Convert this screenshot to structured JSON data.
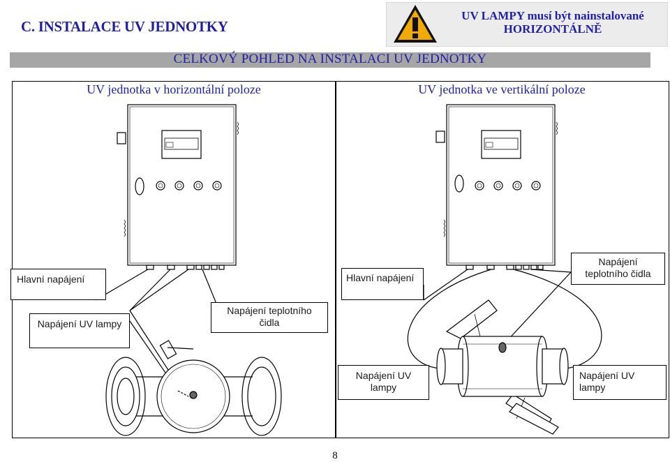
{
  "header": {
    "section_title": "C. INSTALACE UV JEDNOTKY",
    "warning_line1": "UV LAMPY musí být nainstalované",
    "warning_line2": "HORIZONTÁLNĚ",
    "warning_icon": "warning-triangle-icon",
    "warning_color": "#f2a900"
  },
  "banner": {
    "text": "CELKOVÝ POHLED NA INSTALACI UV JEDNOTKY"
  },
  "left_panel": {
    "caption": "UV jednotka v horizontální poloze",
    "labels": {
      "main_power": "Hlavní napájení",
      "uv_lamp_power": "Napájení UV lampy",
      "temp_sensor_power": "Napájení teplotního čidla"
    }
  },
  "right_panel": {
    "caption": "UV jednotka ve vertikální poloze",
    "labels": {
      "main_power": "Hlavní napájení",
      "temp_sensor_power": "Napájení teplotního čidla",
      "uv_lamp_power_1": "Napájení UV lampy",
      "uv_lamp_power_2": "Napájení UV lampy"
    }
  },
  "footer": {
    "page_number": "8"
  },
  "colors": {
    "heading_blue": "#1f1fa8",
    "banner_gray": "#a6a6a6"
  }
}
